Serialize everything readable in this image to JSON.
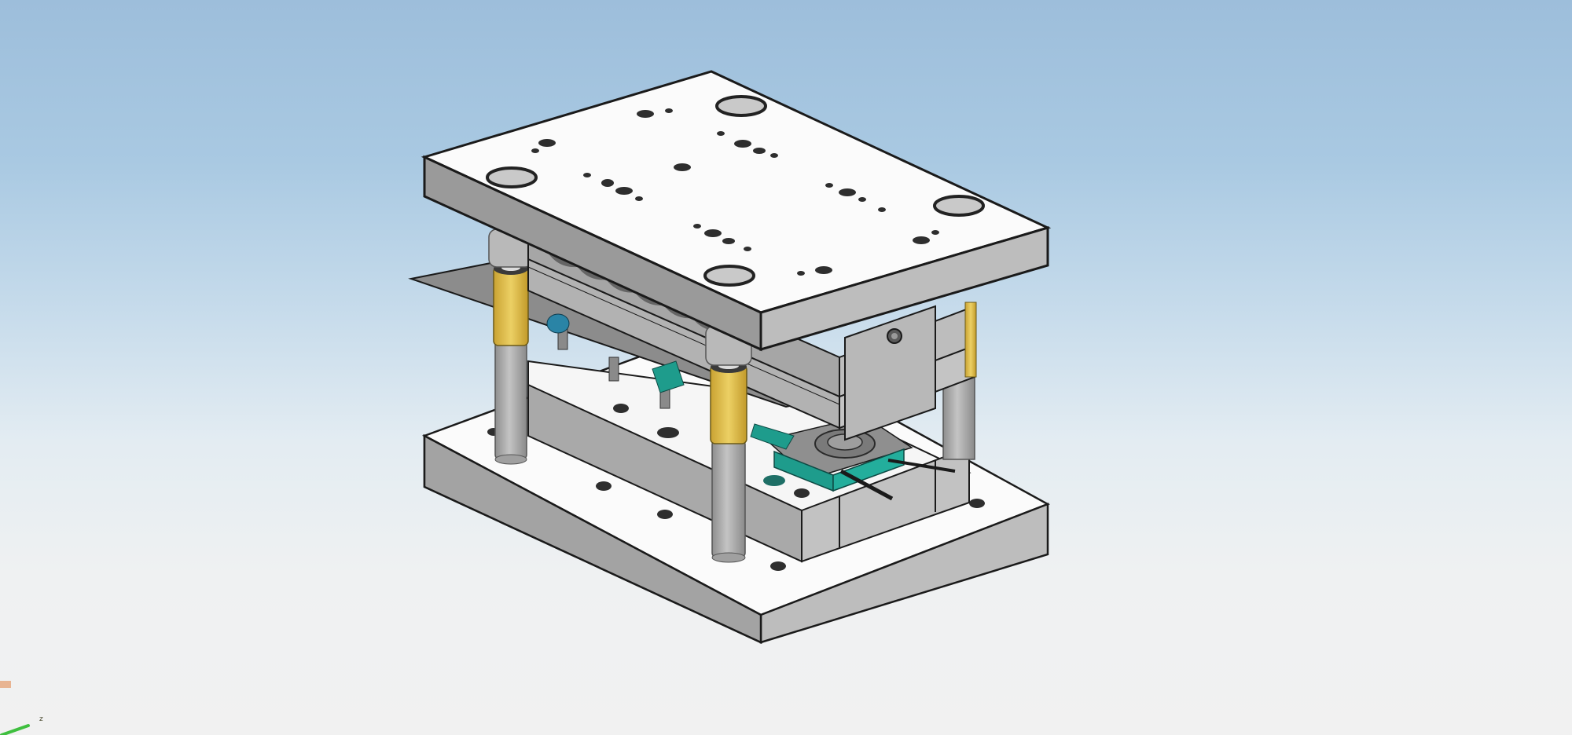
{
  "viewport": {
    "type": "3d-cad-model-view",
    "model_description": "stamping die set assembly (isometric shaded view with edges)",
    "background_top_color": "#9dbedb",
    "background_bottom_color": "#f1f1f1"
  },
  "model": {
    "colors": {
      "plate_top_face": "#fbfbfb",
      "plate_side_face": "#9a9a9a",
      "plate_front_face": "#bdbdbd",
      "edge": "#1a1a1a",
      "guide_post": "#a8a8a8",
      "bushing_yellow": "#e2c04a",
      "strip_sheet": "#8c8c8c",
      "insert_teal": "#1e9c8c",
      "hole_dark": "#2e2e2e",
      "counterbore_fill": "#c9c9c9"
    },
    "parts": [
      {
        "name": "upper-die-shoe",
        "label": "Upper die shoe (top plate)"
      },
      {
        "name": "punch-holder",
        "label": "Punch holder plate"
      },
      {
        "name": "stripper-plate",
        "label": "Stripper plate"
      },
      {
        "name": "strip-material",
        "label": "Strip / sheet stock"
      },
      {
        "name": "guide-post-left",
        "label": "Guide post"
      },
      {
        "name": "guide-post-front",
        "label": "Guide post"
      },
      {
        "name": "guide-post-right",
        "label": "Guide post"
      },
      {
        "name": "guide-bushing",
        "label": "Guide bushing"
      },
      {
        "name": "die-plate",
        "label": "Die plate"
      },
      {
        "name": "lower-die-shoe",
        "label": "Lower die shoe (base plate)"
      },
      {
        "name": "forming-insert",
        "label": "Forming insert (teal)"
      }
    ]
  },
  "triad": {
    "axis_label": "z",
    "x_axis_color": "#e6a57a",
    "y_axis_color": "#3fbf3f",
    "label_color": "#4a4a30"
  }
}
